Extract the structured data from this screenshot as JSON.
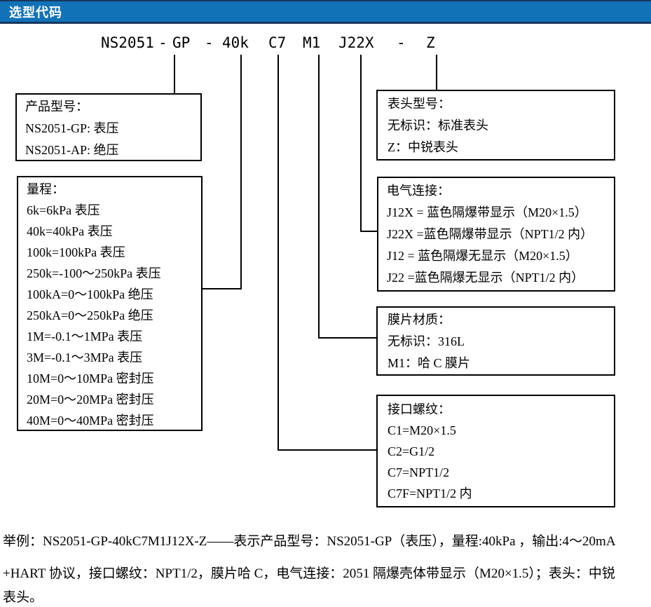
{
  "header": {
    "title": "选型代码",
    "bar_color": "#1272b8",
    "border_color": "#17375e"
  },
  "code": {
    "segments": [
      "NS2051",
      "-",
      "GP",
      "-",
      "40k",
      "C7",
      "M1",
      "J22X",
      "-",
      "Z"
    ]
  },
  "boxes": {
    "product": {
      "title": "产品型号：",
      "lines": [
        "NS2051-GP: 表压",
        "NS2051-AP: 绝压"
      ]
    },
    "range": {
      "title": "量程：",
      "lines": [
        "6k=6kPa 表压",
        "40k=40kPa 表压",
        "100k=100kPa 表压",
        "250k=-100～250kPa 表压",
        "100kA=0～100kPa 绝压",
        "250kA=0～250kPa 绝压",
        "1M=-0.1～1MPa 表压",
        "3M=-0.1～3MPa 表压",
        "10M=0～10MPa 密封压",
        "20M=0～20MPa 密封压",
        "40M=0～40MPa 密封压"
      ]
    },
    "display": {
      "title": "表头型号：",
      "lines": [
        "无标识：标准表头",
        "Z：中锐表头"
      ]
    },
    "electrical": {
      "title": "电气连接：",
      "lines": [
        "J12X = 蓝色隔爆带显示（M20×1.5）",
        "J22X =蓝色隔爆带显示（NPT1/2 内）",
        "J12 = 蓝色隔爆无显示（M20×1.5）",
        "J22 =蓝色隔爆无显示（NPT1/2 内）"
      ]
    },
    "diaphragm": {
      "title": "膜片材质：",
      "lines": [
        "无标识：316L",
        "M1：哈 C 膜片"
      ]
    },
    "thread": {
      "title": "接口螺纹：",
      "lines": [
        "C1=M20×1.5",
        "C2=G1/2",
        "C7=NPT1/2",
        "C7F=NPT1/2 内"
      ]
    }
  },
  "example": {
    "line1": "举例：NS2051-GP-40kC7M1J12X-Z——表示产品型号：NS2051-GP（表压），量程:40kPa ，输出:4～20mA",
    "line2": "+HART 协议，接口螺纹：NPT1/2，膜片哈 C，电气连接：2051 隔爆壳体带显示（M20×1.5）；表头：中锐",
    "line3": "表头。"
  }
}
